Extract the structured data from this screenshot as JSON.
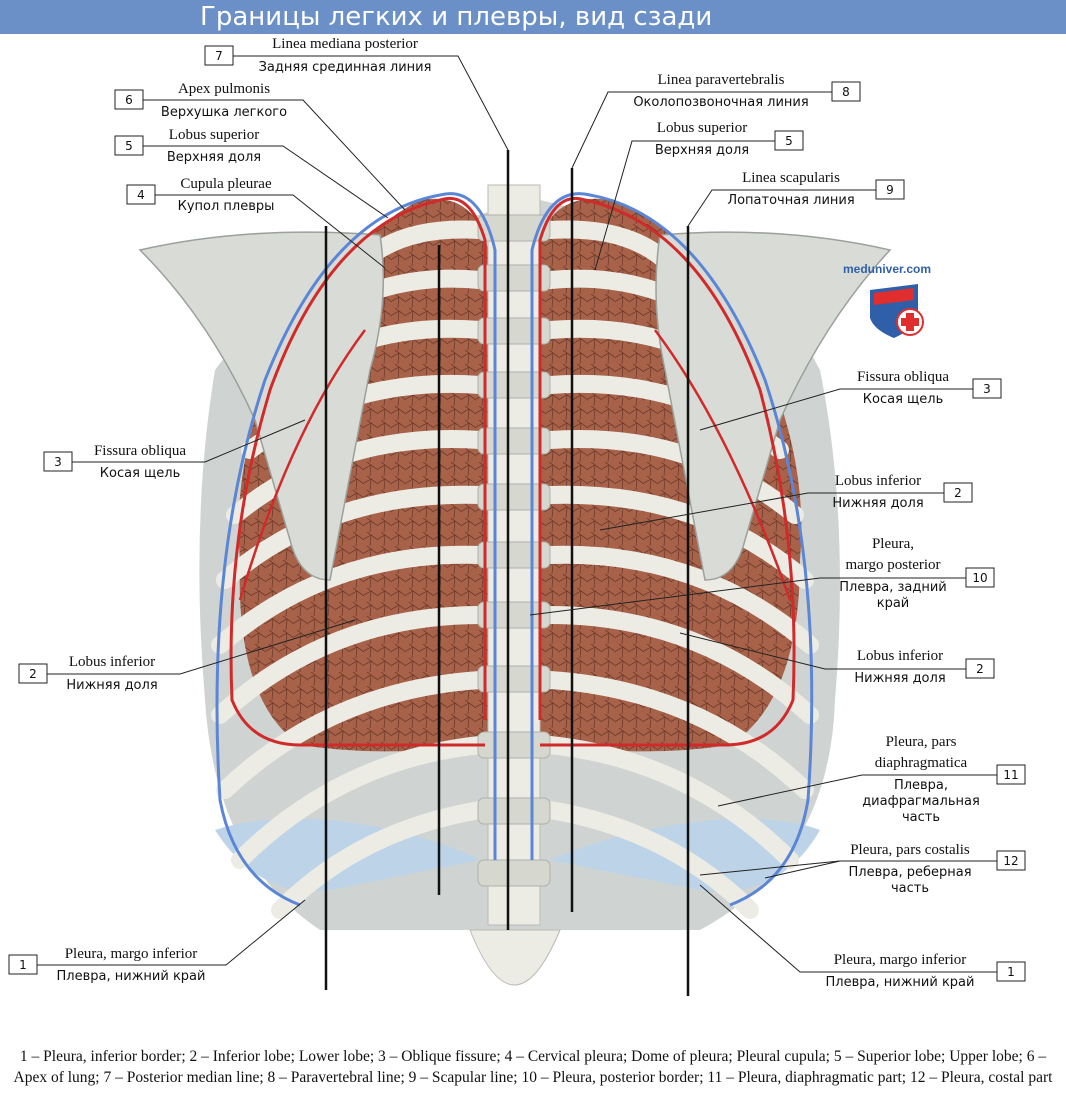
{
  "title": "Границы легких и плевры, вид сзади",
  "watermark": "meduniver.com",
  "labels": {
    "l7": {
      "num": "7",
      "lat": "Linea mediana posterior",
      "rus": "Задняя срединная линия"
    },
    "l6": {
      "num": "6",
      "lat": "Apex pulmonis",
      "rus": "Верхушка легкого"
    },
    "l5a": {
      "num": "5",
      "lat": "Lobus superior",
      "rus": "Верхняя доля"
    },
    "l4": {
      "num": "4",
      "lat": "Cupula pleurae",
      "rus": "Купол плевры"
    },
    "l3a": {
      "num": "3",
      "lat": "Fissura obliqua",
      "rus": "Косая щель"
    },
    "l2a": {
      "num": "2",
      "lat": "Lobus inferior",
      "rus": "Нижняя доля"
    },
    "l1a": {
      "num": "1",
      "lat": "Pleura, margo inferior",
      "rus": "Плевра, нижний край"
    },
    "l8": {
      "num": "8",
      "lat": "Linea paravertebralis",
      "rus": "Околопозвоночная линия"
    },
    "l5b": {
      "num": "5",
      "lat": "Lobus superior",
      "rus": "Верхняя доля"
    },
    "l9": {
      "num": "9",
      "lat": "Linea scapularis",
      "rus": "Лопаточная линия"
    },
    "l3b": {
      "num": "3",
      "lat": "Fissura obliqua",
      "rus": "Косая щель"
    },
    "l2b": {
      "num": "2",
      "lat": "Lobus inferior",
      "rus": "Нижняя доля"
    },
    "l10": {
      "num": "10",
      "lat1": "Pleura,",
      "lat2": "margo posterior",
      "rus1": "Плевра, задний",
      "rus2": "край"
    },
    "l2c": {
      "num": "2",
      "lat": "Lobus inferior",
      "rus": "Нижняя доля"
    },
    "l11": {
      "num": "11",
      "lat1": "Pleura, pars",
      "lat2": "diaphragmatica",
      "rus1": "Плевра,",
      "rus2": "диафрагмальная",
      "rus3": "часть"
    },
    "l12": {
      "num": "12",
      "lat": "Pleura, pars costalis",
      "rus1": "Плевра, реберная",
      "rus2": "часть"
    },
    "l1b": {
      "num": "1",
      "lat": "Pleura, margo inferior",
      "rus": "Плевра, нижний край"
    }
  },
  "caption": "1 – Pleura, inferior border; 2 – Inferior lobe; Lower lobe; 3 – Oblique fissure; 4 – Cervical pleura; Dome of pleura; Pleural cupula; 5 – Superior lobe; Upper lobe; 6 – Apex of lung; 7 – Posterior median line; 8 – Paravertebral line; 9 – Scapular line; 10 – Pleura, posterior border; 11 – Pleura, diaphragmatic part; 12 – Pleura, costal part",
  "colors": {
    "title_bar": "#6b8fc7",
    "pleura_line": "#5b86d6",
    "lung_line": "#d02a2a",
    "lung_tissue": "#a8624a",
    "bone": "#e4e4dc"
  }
}
